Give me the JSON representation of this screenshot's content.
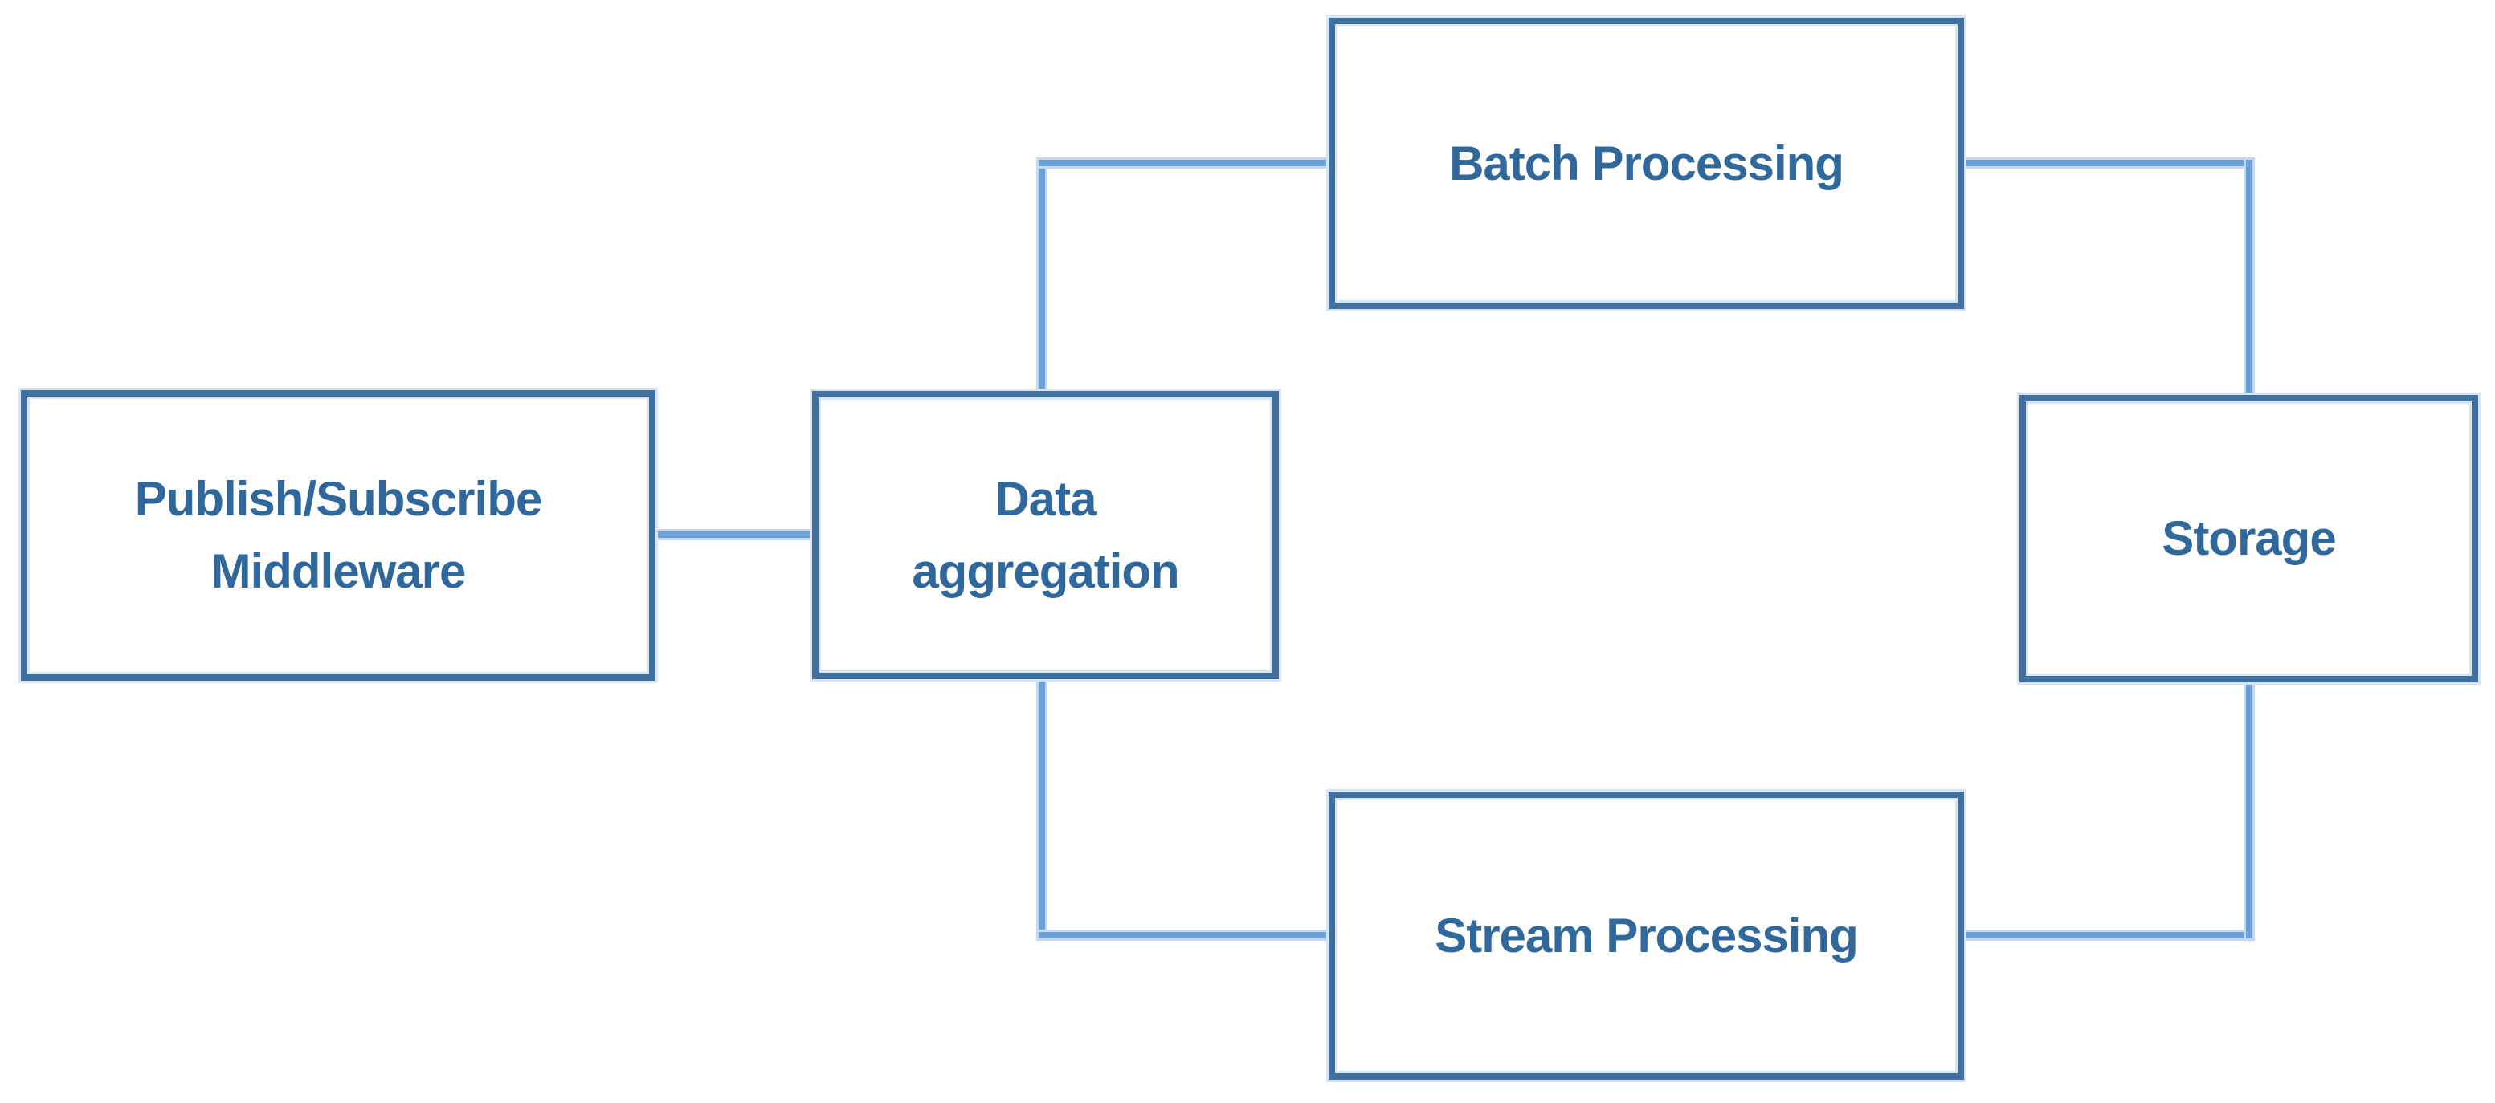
{
  "diagram": {
    "colors": {
      "node_border": "#40709f",
      "node_fill": "#ffffff",
      "node_halo": "#d9e4f1",
      "connector": "#6ca0d8",
      "connector_halo": "#c3d8ee",
      "label_text": "#31689b",
      "background": "#ffffff"
    },
    "nodes": [
      {
        "id": "pubsub",
        "label": "Publish/Subscribe Middleware"
      },
      {
        "id": "aggregation",
        "label": "Data aggregation"
      },
      {
        "id": "batch",
        "label": "Batch Processing"
      },
      {
        "id": "stream",
        "label": "Stream Processing"
      },
      {
        "id": "storage",
        "label": "Storage"
      }
    ],
    "edges": [
      {
        "from": "pubsub",
        "to": "aggregation"
      },
      {
        "from": "aggregation",
        "to": "batch"
      },
      {
        "from": "aggregation",
        "to": "stream"
      },
      {
        "from": "batch",
        "to": "storage"
      },
      {
        "from": "stream",
        "to": "storage"
      }
    ]
  }
}
